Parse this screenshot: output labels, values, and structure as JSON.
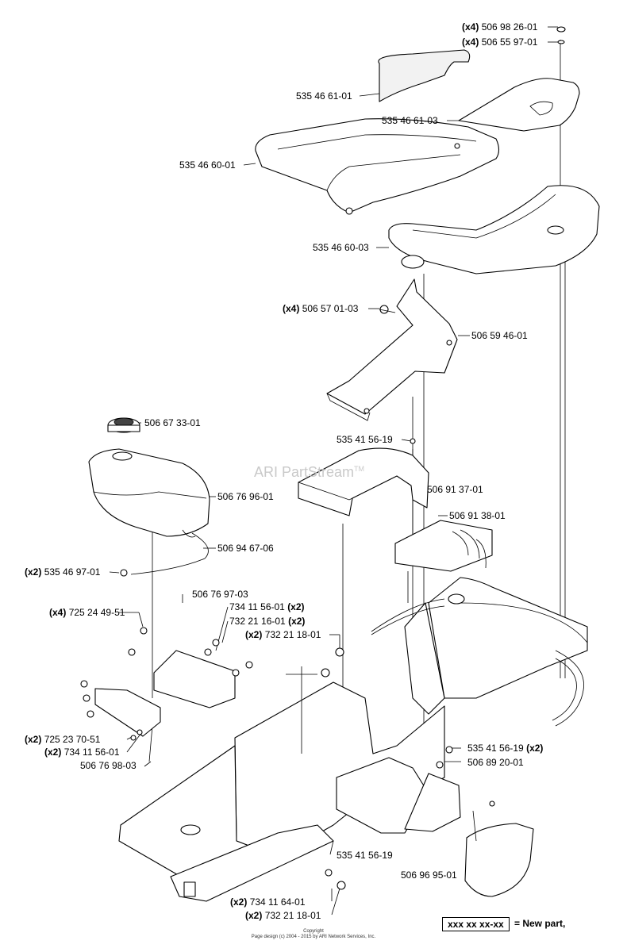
{
  "labels": {
    "l01": {
      "qty": "(x4)",
      "num": "506 98 26-01"
    },
    "l02": {
      "qty": "(x4)",
      "num": "506 55 97-01"
    },
    "l03": {
      "num": "535 46 61-01"
    },
    "l04": {
      "num": "535 46 61-03"
    },
    "l05": {
      "num": "535 46 60-01"
    },
    "l06": {
      "num": "535 46 60-03"
    },
    "l07": {
      "qty": "(x4)",
      "num": "506 57 01-03"
    },
    "l08": {
      "num": "506 59 46-01"
    },
    "l09": {
      "num": "506 67 33-01"
    },
    "l10": {
      "num": "535 41 56-19"
    },
    "l11": {
      "num": "506 76 96-01"
    },
    "l12": {
      "num": "506 91 37-01"
    },
    "l13": {
      "num": "506 91 38-01"
    },
    "l14": {
      "num": "506 94 67-06"
    },
    "l15": {
      "qty": "(x2)",
      "num": "535 46 97-01"
    },
    "l16": {
      "num": "506 76 97-03"
    },
    "l17": {
      "num": "734 11 56-01",
      "qty": "(x2)"
    },
    "l18": {
      "qty": "(x4)",
      "num": "725 24 49-51"
    },
    "l19": {
      "num": "732 21 16-01",
      "qty": "(x2)"
    },
    "l20": {
      "qty": "(x2)",
      "num": "732 21 18-01"
    },
    "l21": {
      "qty": "(x2)",
      "num": "725 23 70-51"
    },
    "l22": {
      "qty": "(x2)",
      "num": "734 11 56-01"
    },
    "l23": {
      "num": "506 76 98-03"
    },
    "l24": {
      "num": "535 41 56-19",
      "qty": "(x2)"
    },
    "l25": {
      "num": "506 89 20-01"
    },
    "l26": {
      "num": "535 41 56-19"
    },
    "l27": {
      "num": "506 96 95-01"
    },
    "l28": {
      "qty": "(x2)",
      "num": "734 11 64-01"
    },
    "l29": {
      "qty": "(x2)",
      "num": "732 21 18-01"
    }
  },
  "watermark": {
    "text": "ARI PartStream",
    "mark": "TM"
  },
  "legend": {
    "box": "xxx xx xx-xx",
    "text": "=   New part,"
  },
  "copyright": {
    "line1": "Copyright",
    "line2": "Page design (c) 2004 - 2015 by ARI Network Services, Inc."
  }
}
